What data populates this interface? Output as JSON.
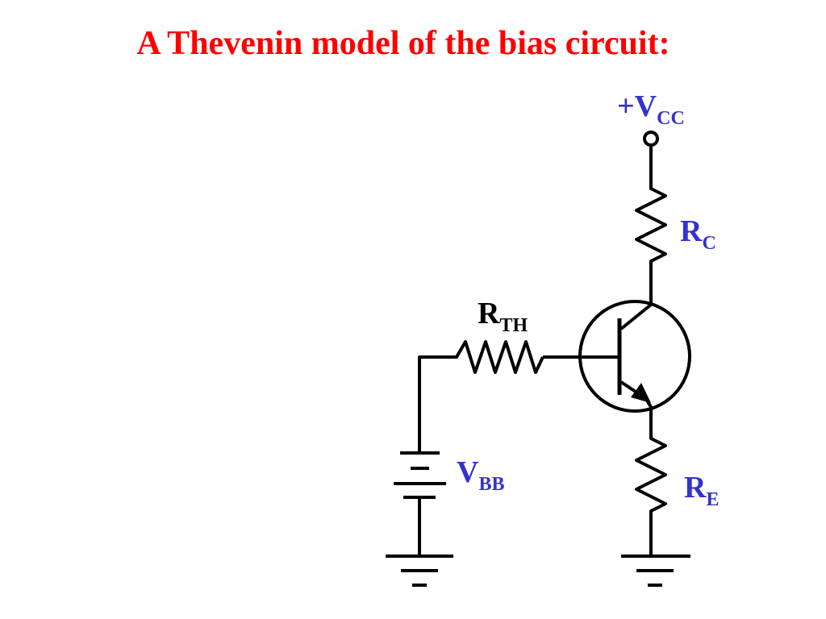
{
  "title": "A Thevenin model of the bias circuit:",
  "colors": {
    "title": "#ff0000",
    "label_blue": "#3333cc",
    "label_black": "#000000",
    "wire": "#000000"
  },
  "labels": {
    "vcc": {
      "main": "+V",
      "sub": "CC"
    },
    "rc": {
      "main": "R",
      "sub": "C"
    },
    "rth": {
      "main": "R",
      "sub": "TH"
    },
    "vbb": {
      "main": "V",
      "sub": "BB"
    },
    "re": {
      "main": "R",
      "sub": "E"
    }
  }
}
